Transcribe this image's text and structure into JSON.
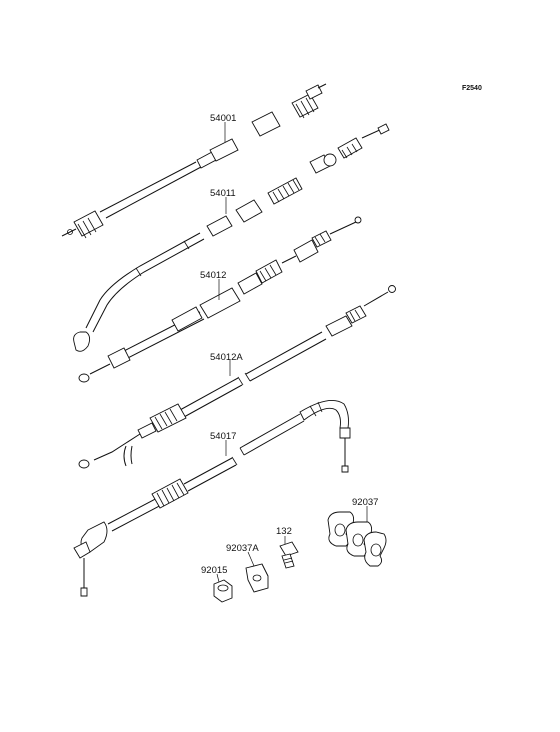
{
  "figure": {
    "code": "F2540"
  },
  "parts": [
    {
      "id": "cable-54001",
      "number": "54001"
    },
    {
      "id": "cable-54011",
      "number": "54011"
    },
    {
      "id": "cable-54012",
      "number": "54012"
    },
    {
      "id": "cable-54012a",
      "number": "54012A"
    },
    {
      "id": "cable-54017",
      "number": "54017"
    },
    {
      "id": "clamp-92037",
      "number": "92037"
    },
    {
      "id": "bolt-132",
      "number": "132"
    },
    {
      "id": "clamp-92037a",
      "number": "92037A"
    },
    {
      "id": "nut-92015",
      "number": "92015"
    }
  ]
}
